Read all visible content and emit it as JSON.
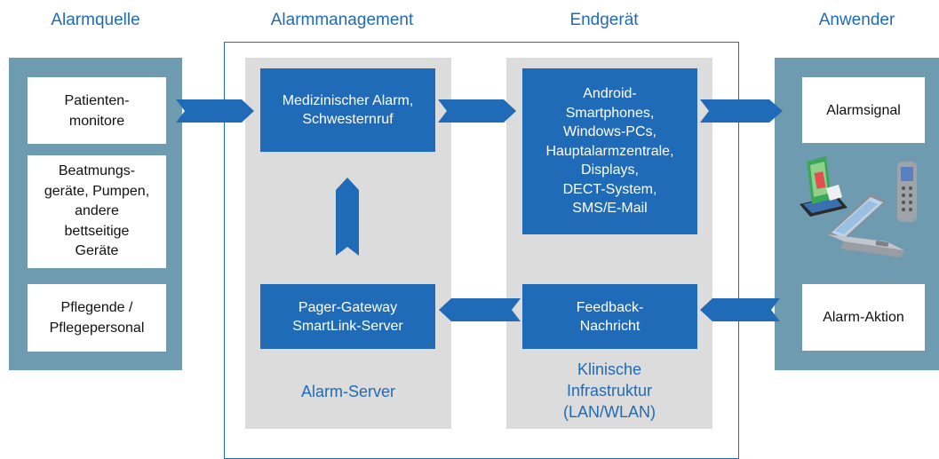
{
  "columns": {
    "source": "Alarmquelle",
    "management": "Alarmmanagement",
    "device": "Endgerät",
    "user": "Anwender"
  },
  "sources": [
    "Patienten-\nmonitore",
    "Beatmungs-\ngeräte, Pumpen,\nandere\nbettseitige\nGeräte",
    "Pflegende /\nPflegepersonal"
  ],
  "management": {
    "alarm_box": "Medizinischer Alarm,\nSchwesternruf",
    "gateway_box": "Pager-Gateway\nSmartLink-Server",
    "server_label": "Alarm-Server"
  },
  "device": {
    "devices_box": "Android-\nSmartphones,\nWindows-PCs,\nHauptalarmzentrale,\nDisplays,\nDECT-System,\nSMS/E-Mail",
    "feedback_box": "Feedback-\nNachricht",
    "infra_label": "Klinische\nInfrastruktur\n(LAN/WLAN)"
  },
  "user": {
    "signal_box": "Alarmsignal",
    "action_box": "Alarm-Aktion"
  },
  "colors": {
    "brand_blue": "#1f6bb8",
    "steel_panel": "#6e9bb0",
    "grey_panel": "#dcdcdc"
  }
}
